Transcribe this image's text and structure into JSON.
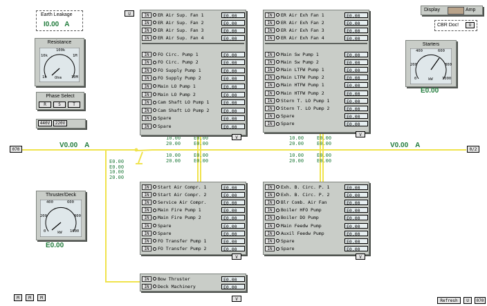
{
  "earth_leakage": {
    "title": "Earth Leakage",
    "value": "I0.00",
    "unit": "A"
  },
  "resistance": {
    "title": "Resistance",
    "ticks": [
      "10k",
      "100k",
      "1M",
      "1k",
      "10M"
    ],
    "unit": "Ohm"
  },
  "phase_select": {
    "title": "Phase Select",
    "buttons": [
      "R",
      "S",
      "T"
    ]
  },
  "voltage_buttons": [
    "440V",
    "220V"
  ],
  "thruster_deck": {
    "title": "Thruster/Deck",
    "ticks": [
      "400",
      "600",
      "200",
      "800",
      "0",
      "1000"
    ],
    "unit": "kW",
    "value": "E0.00"
  },
  "starters": {
    "title": "Starters",
    "ticks": [
      "400",
      "600",
      "200",
      "800",
      "0",
      "1000"
    ],
    "unit": "kW",
    "value": "E0.00"
  },
  "display": {
    "label": "Display",
    "mode": "Amp"
  },
  "cbr": {
    "label": "CBR Doc!",
    "button": "U"
  },
  "top_v_button": "U",
  "bus_left": {
    "id": "070",
    "voltage": "V0.00",
    "unit": "A"
  },
  "bus_right": {
    "id": "0/2",
    "voltage": "V0.00",
    "unit": "A"
  },
  "in_label": "IN",
  "v_label": "V",
  "default_reading": "E0.00",
  "panel_a1": [
    "ER Air Sup. Fan 1",
    "ER Air Sup. Fan 2",
    "ER Air Sup. Fan 3",
    "ER Air Sup. Fan 4"
  ],
  "panel_a2": [
    "FO Circ. Pump 1",
    "FO Circ. Pump 2",
    "FO Supply Pump 1",
    "FO Supply Pump 2",
    "Main LO Pump 1",
    "Main LO Pump 2",
    "Cam Shaft LO Pump 1",
    "Cam Shaft LO Pump 2",
    "Spare",
    "Spare"
  ],
  "panel_b1": [
    "ER Air Exh Fan 1",
    "ER Air Exh Fan 2",
    "ER Air Exh Fan 3",
    "ER Air Exh Fan 4"
  ],
  "panel_b2": [
    "Main Sw Pump 1",
    "Main Sw Pump 2",
    "Main LTFW Pump 1",
    "Main LTFW Pump 2",
    "Main HTFW Pump 1",
    "Main HTFW Pump 2",
    "Stern T. LO Pump 1",
    "Stern T. LO Pump 2",
    "Spare",
    "Spare"
  ],
  "panel_c": [
    "Start Air Compr. 1",
    "Start Air Compr. 2",
    "Service Air Compr.",
    "Main Fire Pump 1",
    "Main Fire Pump 2",
    "Spare",
    "Spare",
    "FO Transfer Pump 1",
    "FO Transfer Pump 2"
  ],
  "panel_d": [
    "Exh. B. Circ. P. 1",
    "Exh. B. Circ. P. 2",
    "Blr Comb. Air Fan",
    "Boiler HFO Pump",
    "Boiler DO Pump",
    "Main Feedw Pump",
    "Auxil Feedw Pump",
    "Spare",
    "Spare"
  ],
  "panel_e": [
    "Bow Thruster",
    "Deck Machinery"
  ],
  "green_left": [
    "E0.00",
    "E0.00",
    "10.00",
    "20.00"
  ],
  "green_mid1": [
    "10.00",
    "20.00"
  ],
  "green_mid1b": [
    "E0.00",
    "E0.00"
  ],
  "green_mid2": [
    "10.00",
    "20.00"
  ],
  "green_mid2b": [
    "E0.00",
    "E0.00"
  ],
  "green_right1": [
    "10.00",
    "20.00"
  ],
  "green_right1b": [
    "E0.00",
    "E0.00"
  ],
  "green_right2": [
    "10.00",
    "20.00"
  ],
  "green_right2b": [
    "E0.00",
    "E0.00"
  ],
  "bottom_left_buttons": [
    "M",
    "M",
    "M"
  ],
  "refresh": "Refresh",
  "bottom_right_button": "U",
  "bottom_right_id": "070",
  "colors": {
    "bus": "#f0e34c",
    "panel": "#c9cdc8",
    "green_text": "#1f7a3a"
  }
}
